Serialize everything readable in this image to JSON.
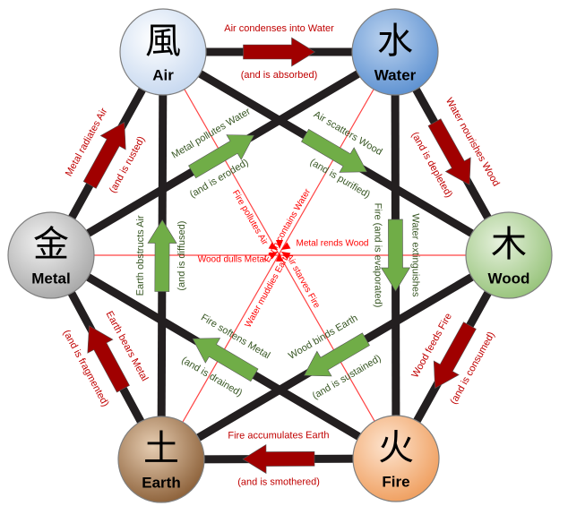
{
  "nodes": [
    {
      "id": "air",
      "glyph": "風",
      "name": "Air",
      "color": "#dfe9f7"
    },
    {
      "id": "water",
      "glyph": "水",
      "name": "Water",
      "color": "#6f9fd8"
    },
    {
      "id": "wood",
      "glyph": "木",
      "name": "Wood",
      "color": "#a9d18e"
    },
    {
      "id": "fire",
      "glyph": "火",
      "name": "Fire",
      "color": "#f4b183"
    },
    {
      "id": "earth",
      "glyph": "土",
      "name": "Earth",
      "color": "#9c7149"
    },
    {
      "id": "metal",
      "glyph": "金",
      "name": "Metal",
      "color": "#bfbfbf"
    }
  ],
  "generating": [
    {
      "from": "air",
      "to": "water",
      "main": "Air condenses into Water",
      "sub": "(and is absorbed)"
    },
    {
      "from": "water",
      "to": "wood",
      "main": "Water nourishes Wood",
      "sub": "(and is depleted)"
    },
    {
      "from": "wood",
      "to": "fire",
      "main": "Wood feeds Fire",
      "sub": "(and is consumed)"
    },
    {
      "from": "fire",
      "to": "earth",
      "main": "Fire accumulates Earth",
      "sub": "(and is smothered)"
    },
    {
      "from": "earth",
      "to": "metal",
      "main": "Earth bears Metal",
      "sub": "(and is fragmented)"
    },
    {
      "from": "metal",
      "to": "air",
      "main": "Metal radiates Air",
      "sub": "(and is rusted)"
    }
  ],
  "overcoming": [
    {
      "from": "metal",
      "to": "water",
      "main": "Metal pollutes Water",
      "sub": "(and is eroded)"
    },
    {
      "from": "air",
      "to": "wood",
      "main": "Air scatters Wood",
      "sub": "(and is purified)"
    },
    {
      "from": "water",
      "to": "fire",
      "main": "Water extinguishes",
      "sub": "Fire (and is evaporated)"
    },
    {
      "from": "wood",
      "to": "earth",
      "main": "Wood binds Earth",
      "sub": "(and is sustained)"
    },
    {
      "from": "fire",
      "to": "metal",
      "main": "Fire softens Metal",
      "sub": "(and is drained)"
    },
    {
      "from": "earth",
      "to": "air",
      "main": "Earth obstructs Air",
      "sub": "(and is diffused)"
    }
  ],
  "center_relations": [
    {
      "label": "Fire pollutes Air"
    },
    {
      "label": "Earth contains Water"
    },
    {
      "label": "Metal rends Wood"
    },
    {
      "label": "Wood dulls Metal"
    },
    {
      "label": "Water muddies Earth"
    },
    {
      "label": "Air starves Fire"
    }
  ],
  "colors": {
    "generating_arrow": "#a00000",
    "overcoming_arrow": "#70ad47",
    "line": "#231f20",
    "thin": "#ff4444"
  }
}
